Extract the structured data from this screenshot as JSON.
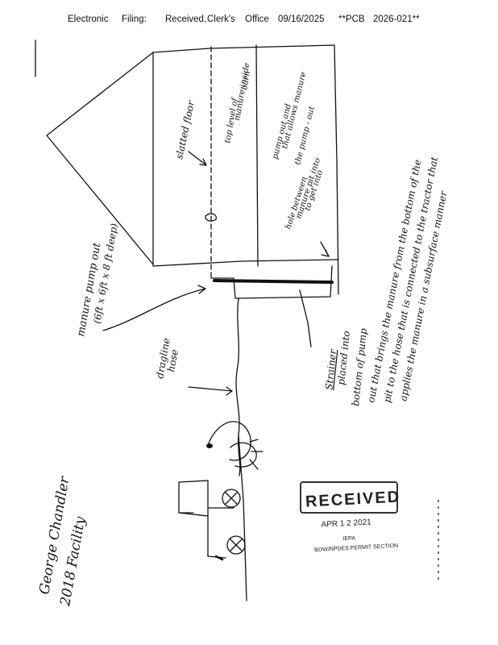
{
  "header": {
    "part1": "Electronic",
    "part2": "Filing:",
    "part3": "Received,",
    "part4": "Clerk's",
    "part5": "Office",
    "part6": "09/16/2025",
    "part7": "**PCB",
    "part8": "2026-021**"
  },
  "labels": {
    "slatted_floor": "slatted floor",
    "top_level": "top level of",
    "manure_inside": "manure inside",
    "barn": "barn",
    "pump_out_and": "pump out and",
    "that_allows": "that allows manure",
    "hole_between": "hole between",
    "manure_pit_into": "manure pit into",
    "to_get_into": "to get into",
    "the_pump_out": "the pump - out",
    "manure_pump_out": "manure pump out",
    "dimensions": "(6ft x 6ft x 8 ft deep)",
    "dragline_1": "dragline",
    "dragline_2": "hose",
    "strainer": "Strainer",
    "placed_into": "placed into",
    "bottom_of_pump": "bottom of pump",
    "brings_1": "out that brings the manure from the bottom of the",
    "brings_2": "pit to the hose that is connected to the tractor that",
    "brings_3": "applies the manure in a subsurface manner",
    "facility_1": "George Chandler",
    "facility_2": "2018 Facility"
  },
  "stamp": {
    "received": "RECEIVED",
    "date": "APR 1 2 2021",
    "agency": "IEPA",
    "section": "BOW/NPDES PERMIT SECTION"
  }
}
